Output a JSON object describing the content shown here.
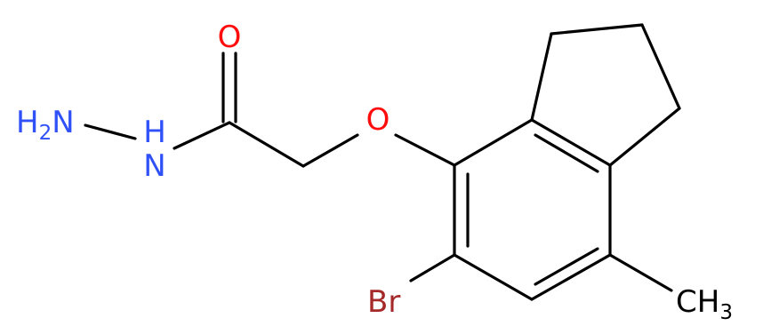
{
  "molecule": {
    "atoms": {
      "oxygen_carbonyl": "O",
      "nitrogen_amide": "N",
      "hydrogen_amide": "H",
      "amine": {
        "main": "H",
        "sub": "2",
        "tail": "N"
      },
      "oxygen_ether": "O",
      "bromine": "Br",
      "methyl": {
        "main": "CH",
        "sub": "3"
      }
    }
  },
  "colors": {
    "bond": "#000000",
    "oxygen": "#ff0d0d",
    "nitrogen": "#3050f8",
    "bromine": "#a62929",
    "carbon": "#000000"
  }
}
